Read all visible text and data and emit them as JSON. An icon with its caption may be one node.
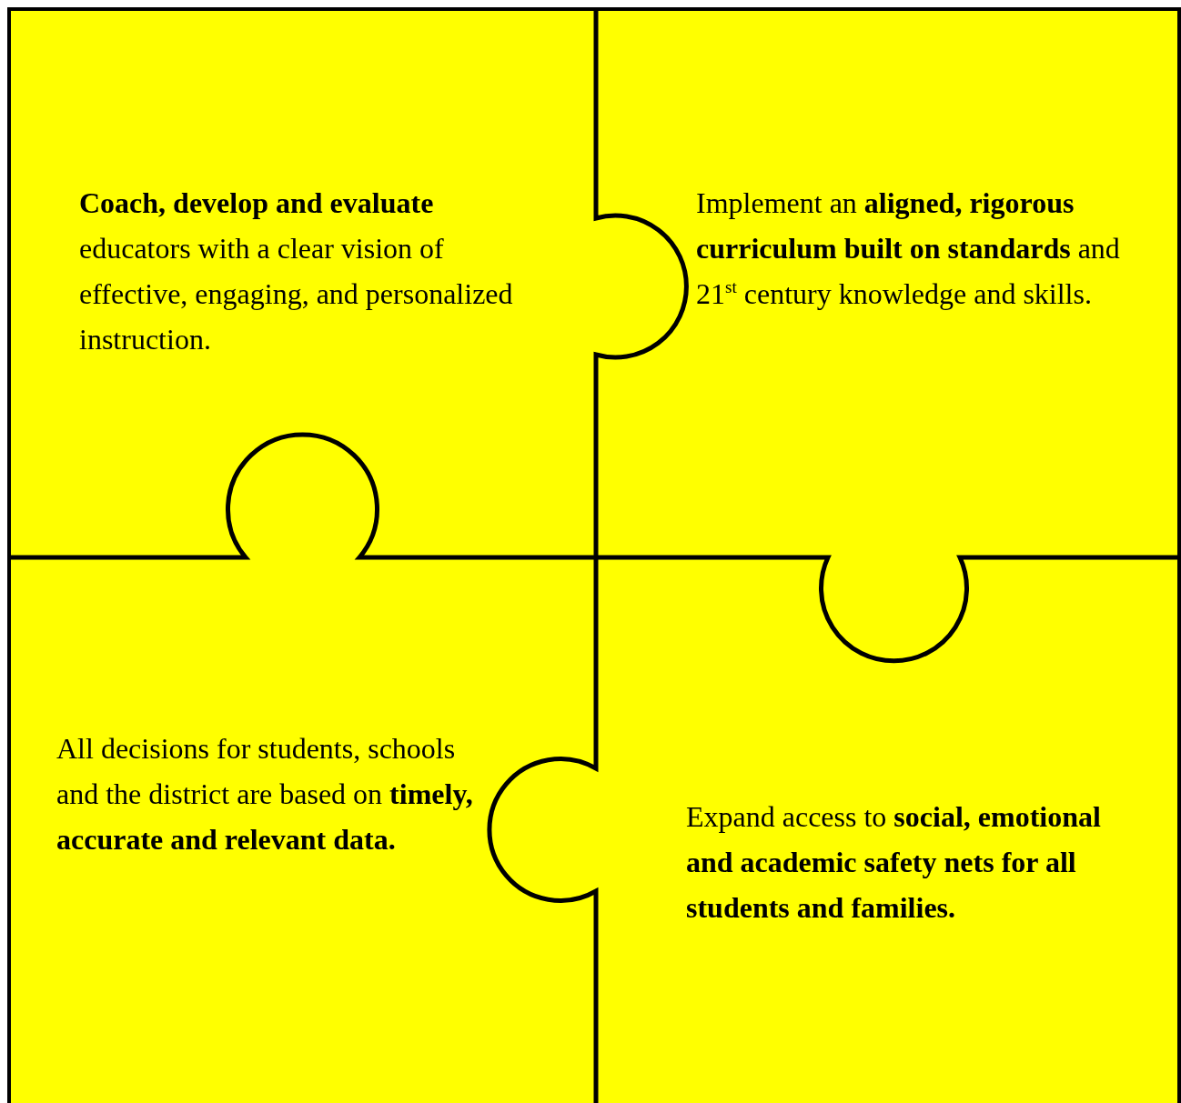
{
  "diagram": {
    "nodes": [
      {
        "text": [
          "**Coach, develop and evaluate** educators with a clear vision of effective, engaging, and personalized instruction."
        ]
      },
      {
        "text": [
          "Implement an **aligned, rigorous curriculum built on standards** and 21$^{st}$ century knowledge and skills."
        ]
      },
      {
        "text": [
          "All decisions for students, schools and the district are based on **timely, accurate and relevant data.**"
        ]
      },
      {
        "text": [
          "Expand access to **social, emotional and academic safety nets for all students and families.**"
        ]
      }
    ]
  }
}
